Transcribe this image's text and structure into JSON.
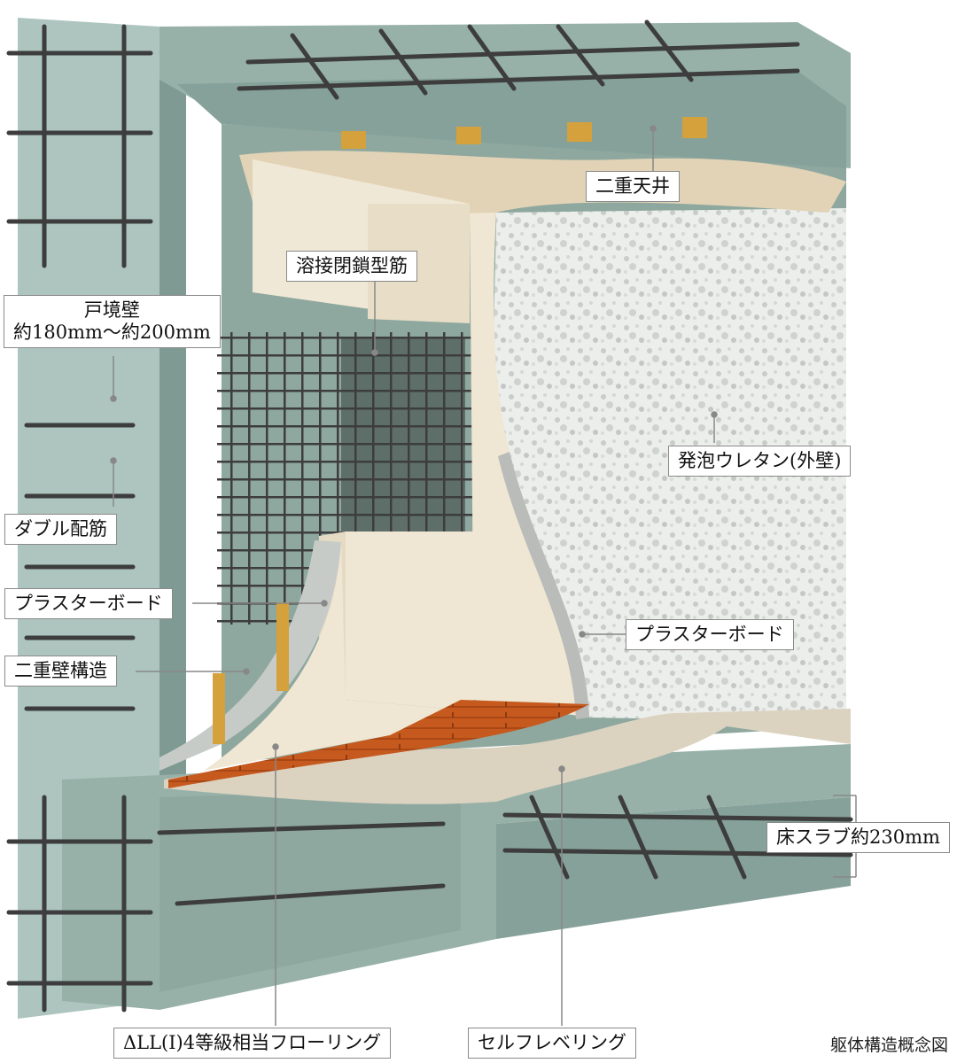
{
  "labels": {
    "double_ceiling": "二重天井",
    "welded_closed_rebar": "溶接閉鎖型筋",
    "party_wall_line1": "戸境壁",
    "party_wall_line2": "約180mm～約200mm",
    "urethane_foam": "発泡ウレタン(外壁)",
    "double_rebar": "ダブル配筋",
    "plaster_board_left": "プラスターボード",
    "plaster_board_right": "プラスターボード",
    "double_wall": "二重壁構造",
    "floor_slab": "床スラブ約230mm",
    "flooring": "ΔLL(I)4等級相当フローリング",
    "self_leveling": "セルフレベリング"
  },
  "caption": "躯体構造概念図",
  "colors": {
    "concrete": "#97b1a9",
    "concrete_dark": "#7f9a92",
    "concrete_light": "#adc5be",
    "rebar": "#3d3d3d",
    "ceiling_board": "#e2d3b6",
    "plaster": "#efe6d3",
    "wood_floor": "#c65a1e",
    "self_level": "#dcd2c0",
    "urethane": "#e9ebe8",
    "lumber": "#d4a13c"
  }
}
